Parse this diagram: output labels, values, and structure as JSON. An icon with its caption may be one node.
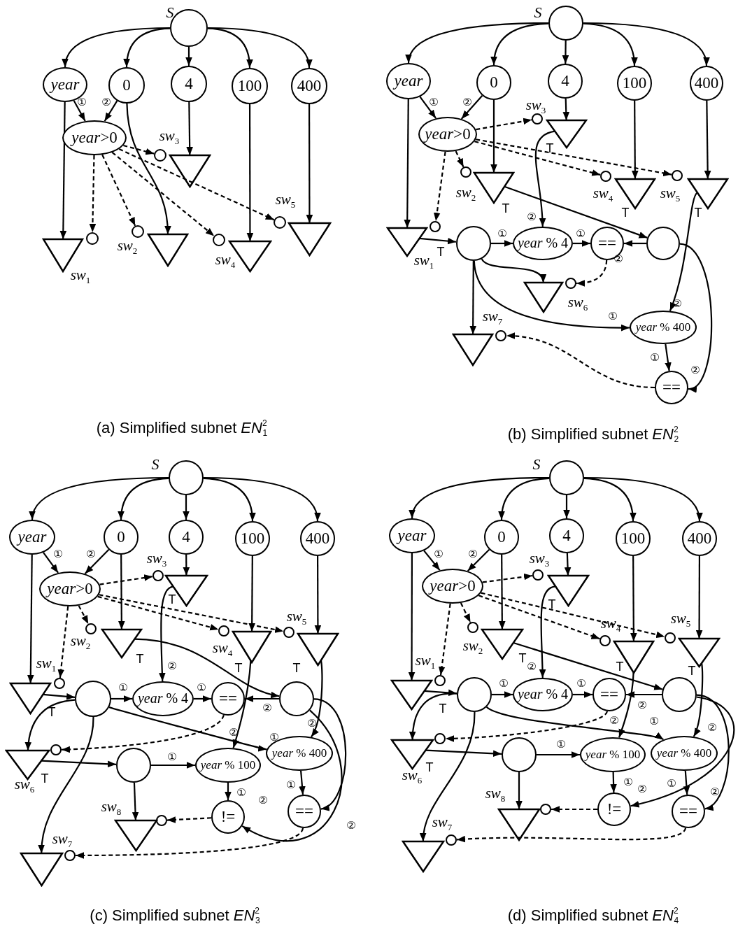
{
  "diagram": {
    "nodes": [
      {
        "text": [],
        "shape": "circle",
        "beside": [
          "S"
        ]
      },
      {
        "text": [
          "year"
        ]
      },
      {
        "text": [
          "0"
        ]
      },
      {
        "text": [
          "4"
        ]
      },
      {
        "text": [
          "100"
        ]
      },
      {
        "text": [
          "400"
        ]
      },
      {
        "text": [
          "*year*>0"
        ]
      },
      {
        "text": [],
        "shape": "circle"
      },
      {
        "text": [],
        "shape": "triangle",
        "beside": [
          "*sw*$_{1}$"
        ]
      },
      {
        "text": [],
        "shape": "circle"
      },
      {
        "text": [],
        "shape": "triangle",
        "beside": [
          "*sw*$_{2}$"
        ]
      },
      {
        "text": [],
        "shape": "circle"
      },
      {
        "text": [],
        "shape": "triangle",
        "beside": [
          "*sw*$_{3}$"
        ]
      },
      {
        "text": [],
        "shape": "circle"
      },
      {
        "text": [],
        "shape": "triangle",
        "beside": [
          "*sw*$_{4}$"
        ]
      },
      {
        "text": [],
        "shape": "circle"
      },
      {
        "text": [],
        "shape": "triangle",
        "beside": [
          "*sw*$_{5}$"
        ]
      },
      {
        "text": [],
        "shape": "circle",
        "beside": [
          "S"
        ]
      },
      {
        "text": [
          "year"
        ]
      },
      {
        "text": [
          "0"
        ]
      },
      {
        "text": [
          "4"
        ]
      },
      {
        "text": [
          "100"
        ]
      },
      {
        "text": [
          "400"
        ]
      },
      {
        "text": [
          "*year*>0"
        ]
      },
      {
        "text": [],
        "shape": "circle"
      },
      {
        "text": [],
        "shape": "triangle",
        "beside": [
          "*sw*$_{1}$",
          "T"
        ]
      },
      {
        "text": [],
        "shape": "circle"
      },
      {
        "text": [],
        "shape": "triangle",
        "beside": [
          "*sw*$_{2}$",
          "T"
        ]
      },
      {
        "text": [],
        "shape": "circle"
      },
      {
        "text": [],
        "shape": "triangle",
        "beside": [
          "*sw*$_{3}$",
          "T"
        ]
      },
      {
        "text": [],
        "shape": "circle"
      },
      {
        "text": [],
        "shape": "triangle",
        "beside": [
          "*sw*$_{4}$",
          "T"
        ]
      },
      {
        "text": [],
        "shape": "circle"
      },
      {
        "text": [],
        "shape": "triangle",
        "beside": [
          "*sw*$_{5}$",
          "T"
        ]
      },
      {
        "text": [],
        "shape": "circle"
      },
      {
        "text": [
          "*year* % 4"
        ]
      },
      {
        "text": [
          "=="
        ]
      },
      {
        "text": [],
        "shape": "circle"
      },
      {
        "text": [],
        "shape": "circle"
      },
      {
        "text": [],
        "shape": "triangle",
        "beside": [
          "*sw*$_{6}$"
        ]
      },
      {
        "text": [
          "*year* % 400"
        ]
      },
      {
        "text": [],
        "shape": "circle"
      },
      {
        "text": [],
        "shape": "triangle",
        "beside": [
          "*sw*$_{7}$"
        ]
      },
      {
        "text": [
          "=="
        ]
      },
      {
        "text": [],
        "shape": "circle",
        "beside": [
          "S"
        ]
      },
      {
        "text": [
          "year"
        ]
      },
      {
        "text": [
          "0"
        ]
      },
      {
        "text": [
          "4"
        ]
      },
      {
        "text": [
          "100"
        ]
      },
      {
        "text": [
          "400"
        ]
      },
      {
        "text": [
          "*year*>0"
        ]
      },
      {
        "text": [],
        "shape": "circle"
      },
      {
        "text": [],
        "shape": "triangle",
        "beside": [
          "*sw*$_{1}$",
          "T"
        ]
      },
      {
        "text": [],
        "shape": "circle"
      },
      {
        "text": [],
        "shape": "triangle",
        "beside": [
          "*sw*$_{2}$",
          "T"
        ]
      },
      {
        "text": [],
        "shape": "circle"
      },
      {
        "text": [],
        "shape": "triangle",
        "beside": [
          "*sw*$_{3}$",
          "T"
        ]
      },
      {
        "text": [],
        "shape": "circle"
      },
      {
        "text": [],
        "shape": "triangle",
        "beside": [
          "*sw*$_{4}$",
          "T"
        ]
      },
      {
        "text": [],
        "shape": "circle"
      },
      {
        "text": [],
        "shape": "triangle",
        "beside": [
          "*sw*$_{5}$",
          "T"
        ]
      },
      {
        "text": [],
        "shape": "circle"
      },
      {
        "text": [
          "*year* % 4"
        ]
      },
      {
        "text": [
          "=="
        ]
      },
      {
        "text": [],
        "shape": "circle"
      },
      {
        "text": [],
        "shape": "circle"
      },
      {
        "text": [],
        "shape": "triangle",
        "beside": [
          "*sw*$_{6}$",
          "T"
        ]
      },
      {
        "text": [
          "*year* % 400"
        ]
      },
      {
        "text": [],
        "shape": "circle"
      },
      {
        "text": [
          "*year* % 100"
        ]
      },
      {
        "text": [],
        "shape": "circle"
      },
      {
        "text": [],
        "shape": "triangle",
        "beside": [
          "*sw*$_{8}$"
        ]
      },
      {
        "text": [
          "!="
        ]
      },
      {
        "text": [
          "=="
        ]
      },
      {
        "text": [],
        "shape": "circle"
      },
      {
        "text": [],
        "shape": "triangle",
        "beside": [
          "*sw*$_{7}$"
        ]
      },
      {
        "text": [],
        "shape": "circle",
        "beside": [
          "S"
        ]
      },
      {
        "text": [
          "year"
        ]
      },
      {
        "text": [
          "0"
        ]
      },
      {
        "text": [
          "4"
        ]
      },
      {
        "text": [
          "100"
        ]
      },
      {
        "text": [
          "400"
        ]
      },
      {
        "text": [
          "*year*>0"
        ]
      },
      {
        "text": [],
        "shape": "circle"
      },
      {
        "text": [],
        "shape": "triangle",
        "beside": [
          "*sw*$_{1}$",
          "T"
        ]
      },
      {
        "text": [],
        "shape": "circle"
      },
      {
        "text": [],
        "shape": "triangle",
        "beside": [
          "*sw*$_{2}$",
          "T"
        ]
      },
      {
        "text": [],
        "shape": "circle"
      },
      {
        "text": [],
        "shape": "triangle",
        "beside": [
          "*sw*$_{3}$",
          "T"
        ]
      },
      {
        "text": [],
        "shape": "circle"
      },
      {
        "text": [],
        "shape": "triangle",
        "beside": [
          "*sw*$_{4}$",
          "T"
        ]
      },
      {
        "text": [],
        "shape": "circle"
      },
      {
        "text": [],
        "shape": "triangle",
        "beside": [
          "*sw*$_{5}$",
          "T"
        ]
      },
      {
        "text": [],
        "shape": "circle"
      },
      {
        "text": [
          "*year* % 4"
        ]
      },
      {
        "text": [
          "=="
        ]
      },
      {
        "text": [],
        "shape": "circle"
      },
      {
        "text": [],
        "shape": "circle"
      },
      {
        "text": [],
        "shape": "triangle",
        "beside": [
          "*sw*$_{6}$",
          "T"
        ]
      },
      {
        "text": [
          "*year* % 400"
        ]
      },
      {
        "text": [],
        "shape": "circle"
      },
      {
        "text": [
          "*year* % 100"
        ]
      },
      {
        "text": [],
        "shape": "circle"
      },
      {
        "text": [],
        "shape": "triangle",
        "beside": [
          "*sw*$_{8}$"
        ]
      },
      {
        "text": [
          "!="
        ]
      },
      {
        "text": [
          "=="
        ]
      },
      {
        "text": [],
        "shape": "circle"
      },
      {
        "text": [],
        "shape": "triangle",
        "beside": [
          "*sw*$_{7}$"
        ]
      }
    ],
    "edges": [
      {
        "from": 0,
        "to": 1,
        "arrow": "to"
      },
      {
        "from": 0,
        "to": 2,
        "arrow": "to"
      },
      {
        "from": 0,
        "to": 3,
        "arrow": "to"
      },
      {
        "from": 0,
        "to": 4,
        "arrow": "to"
      },
      {
        "from": 0,
        "to": 5,
        "arrow": "to"
      },
      {
        "from": 1,
        "to": 6,
        "arrow": "to",
        "label": "①"
      },
      {
        "from": 2,
        "to": 6,
        "arrow": "to",
        "label": "②"
      },
      {
        "from": 1,
        "to": 8,
        "arrow": "to"
      },
      {
        "from": 2,
        "to": 10,
        "arrow": "to"
      },
      {
        "from": 3,
        "to": 12,
        "arrow": "to"
      },
      {
        "from": 4,
        "to": 14,
        "arrow": "to"
      },
      {
        "from": 5,
        "to": 16,
        "arrow": "to"
      },
      {
        "from": 6,
        "to": 7,
        "arrow": "to",
        "style": "dashed"
      },
      {
        "from": 6,
        "to": 9,
        "arrow": "to",
        "style": "dashed"
      },
      {
        "from": 6,
        "to": 11,
        "arrow": "to",
        "style": "dashed"
      },
      {
        "from": 6,
        "to": 13,
        "arrow": "to",
        "style": "dashed"
      },
      {
        "from": 6,
        "to": 15,
        "arrow": "to",
        "style": "dashed"
      },
      {
        "from": 17,
        "to": 18,
        "arrow": "to"
      },
      {
        "from": 17,
        "to": 19,
        "arrow": "to"
      },
      {
        "from": 17,
        "to": 20,
        "arrow": "to"
      },
      {
        "from": 17,
        "to": 21,
        "arrow": "to"
      },
      {
        "from": 17,
        "to": 22,
        "arrow": "to"
      },
      {
        "from": 18,
        "to": 23,
        "arrow": "to",
        "label": "①"
      },
      {
        "from": 19,
        "to": 23,
        "arrow": "to",
        "label": "②"
      },
      {
        "from": 18,
        "to": 25,
        "arrow": "to"
      },
      {
        "from": 19,
        "to": 27,
        "arrow": "to"
      },
      {
        "from": 20,
        "to": 29,
        "arrow": "to"
      },
      {
        "from": 21,
        "to": 31,
        "arrow": "to"
      },
      {
        "from": 22,
        "to": 33,
        "arrow": "to"
      },
      {
        "from": 23,
        "to": 24,
        "arrow": "to",
        "style": "dashed"
      },
      {
        "from": 23,
        "to": 26,
        "arrow": "to",
        "style": "dashed"
      },
      {
        "from": 23,
        "to": 28,
        "arrow": "to",
        "style": "dashed"
      },
      {
        "from": 23,
        "to": 30,
        "arrow": "to",
        "style": "dashed"
      },
      {
        "from": 23,
        "to": 32,
        "arrow": "to",
        "style": "dashed"
      },
      {
        "from": 25,
        "to": 34,
        "arrow": "to"
      },
      {
        "from": 27,
        "to": 37,
        "arrow": "to"
      },
      {
        "from": 29,
        "to": 35,
        "arrow": "to",
        "label": "②"
      },
      {
        "from": 34,
        "to": 35,
        "arrow": "to",
        "label": "①"
      },
      {
        "from": 35,
        "to": 36,
        "arrow": "to",
        "label": "①"
      },
      {
        "from": 37,
        "to": 36,
        "arrow": "to",
        "label": "②"
      },
      {
        "from": 36,
        "to": 38,
        "arrow": "to",
        "style": "dashed"
      },
      {
        "from": 34,
        "to": 39,
        "arrow": "to"
      },
      {
        "from": 34,
        "to": 42,
        "arrow": "to"
      },
      {
        "from": 34,
        "to": 40,
        "arrow": "to",
        "label": "①"
      },
      {
        "from": 33,
        "to": 40,
        "arrow": "to",
        "label": "②"
      },
      {
        "from": 40,
        "to": 43,
        "arrow": "to",
        "label": "①"
      },
      {
        "from": 37,
        "to": 43,
        "arrow": "to",
        "label": "②"
      },
      {
        "from": 43,
        "to": 41,
        "arrow": "to",
        "style": "dashed"
      },
      {
        "from": 44,
        "to": 45,
        "arrow": "to"
      },
      {
        "from": 44,
        "to": 46,
        "arrow": "to"
      },
      {
        "from": 44,
        "to": 47,
        "arrow": "to"
      },
      {
        "from": 44,
        "to": 48,
        "arrow": "to"
      },
      {
        "from": 44,
        "to": 49,
        "arrow": "to"
      },
      {
        "from": 45,
        "to": 50,
        "arrow": "to",
        "label": "①"
      },
      {
        "from": 46,
        "to": 50,
        "arrow": "to",
        "label": "②"
      },
      {
        "from": 45,
        "to": 52,
        "arrow": "to"
      },
      {
        "from": 46,
        "to": 54,
        "arrow": "to"
      },
      {
        "from": 47,
        "to": 56,
        "arrow": "to"
      },
      {
        "from": 48,
        "to": 58,
        "arrow": "to"
      },
      {
        "from": 49,
        "to": 60,
        "arrow": "to"
      },
      {
        "from": 50,
        "to": 51,
        "arrow": "to",
        "style": "dashed"
      },
      {
        "from": 50,
        "to": 53,
        "arrow": "to",
        "style": "dashed"
      },
      {
        "from": 50,
        "to": 55,
        "arrow": "to",
        "style": "dashed"
      },
      {
        "from": 50,
        "to": 57,
        "arrow": "to",
        "style": "dashed"
      },
      {
        "from": 50,
        "to": 59,
        "arrow": "to",
        "style": "dashed"
      },
      {
        "from": 52,
        "to": 61,
        "arrow": "to"
      },
      {
        "from": 54,
        "to": 64,
        "arrow": "to"
      },
      {
        "from": 56,
        "to": 62,
        "arrow": "to",
        "label": "②"
      },
      {
        "from": 61,
        "to": 62,
        "arrow": "to",
        "label": "①"
      },
      {
        "from": 62,
        "to": 63,
        "arrow": "to",
        "label": "①"
      },
      {
        "from": 64,
        "to": 63,
        "arrow": "to",
        "label": "②"
      },
      {
        "from": 63,
        "to": 65,
        "arrow": "to",
        "style": "dashed"
      },
      {
        "from": 61,
        "to": 66,
        "arrow": "to"
      },
      {
        "from": 61,
        "to": 75,
        "arrow": "to"
      },
      {
        "from": 61,
        "to": 67,
        "arrow": "to",
        "label": "①"
      },
      {
        "from": 60,
        "to": 67,
        "arrow": "to",
        "label": "②"
      },
      {
        "from": 66,
        "to": 68,
        "arrow": "to"
      },
      {
        "from": 68,
        "to": 69,
        "arrow": "to",
        "label": "①"
      },
      {
        "from": 58,
        "to": 69,
        "arrow": "to",
        "label": "②"
      },
      {
        "from": 69,
        "to": 72,
        "arrow": "to",
        "label": "①"
      },
      {
        "from": 68,
        "to": 71,
        "arrow": "to"
      },
      {
        "from": 72,
        "to": 70,
        "arrow": "to",
        "style": "dashed"
      },
      {
        "from": 67,
        "to": 73,
        "arrow": "to",
        "label": "①"
      },
      {
        "from": 64,
        "to": 72,
        "arrow": "to",
        "label": "②"
      },
      {
        "from": 64,
        "to": 73,
        "arrow": "to",
        "label": "②"
      },
      {
        "from": 73,
        "to": 74,
        "arrow": "to",
        "style": "dashed"
      },
      {
        "from": 76,
        "to": 77,
        "arrow": "to"
      },
      {
        "from": 76,
        "to": 78,
        "arrow": "to"
      },
      {
        "from": 76,
        "to": 79,
        "arrow": "to"
      },
      {
        "from": 76,
        "to": 80,
        "arrow": "to"
      },
      {
        "from": 76,
        "to": 81,
        "arrow": "to"
      },
      {
        "from": 77,
        "to": 82,
        "arrow": "to",
        "label": "①"
      },
      {
        "from": 78,
        "to": 82,
        "arrow": "to",
        "label": "②"
      },
      {
        "from": 77,
        "to": 84,
        "arrow": "to"
      },
      {
        "from": 78,
        "to": 86,
        "arrow": "to"
      },
      {
        "from": 79,
        "to": 88,
        "arrow": "to"
      },
      {
        "from": 80,
        "to": 90,
        "arrow": "to"
      },
      {
        "from": 81,
        "to": 92,
        "arrow": "to"
      },
      {
        "from": 82,
        "to": 83,
        "arrow": "to",
        "style": "dashed"
      },
      {
        "from": 82,
        "to": 85,
        "arrow": "to",
        "style": "dashed"
      },
      {
        "from": 82,
        "to": 87,
        "arrow": "to",
        "style": "dashed"
      },
      {
        "from": 82,
        "to": 89,
        "arrow": "to",
        "style": "dashed"
      },
      {
        "from": 82,
        "to": 91,
        "arrow": "to",
        "style": "dashed"
      },
      {
        "from": 84,
        "to": 93,
        "arrow": "to"
      },
      {
        "from": 86,
        "to": 96,
        "arrow": "to"
      },
      {
        "from": 88,
        "to": 94,
        "arrow": "to",
        "label": "②"
      },
      {
        "from": 93,
        "to": 94,
        "arrow": "to",
        "label": "①"
      },
      {
        "from": 94,
        "to": 95,
        "arrow": "to",
        "label": "①"
      },
      {
        "from": 96,
        "to": 95,
        "arrow": "to",
        "label": "②"
      },
      {
        "from": 95,
        "to": 97,
        "arrow": "to",
        "style": "dashed"
      },
      {
        "from": 93,
        "to": 98,
        "arrow": "to"
      },
      {
        "from": 93,
        "to": 107,
        "arrow": "to"
      },
      {
        "from": 93,
        "to": 99,
        "arrow": "to",
        "label": "①"
      },
      {
        "from": 92,
        "to": 99,
        "arrow": "to",
        "label": "②"
      },
      {
        "from": 98,
        "to": 100,
        "arrow": "to"
      },
      {
        "from": 100,
        "to": 101,
        "arrow": "to",
        "label": "①"
      },
      {
        "from": 90,
        "to": 101,
        "arrow": "to",
        "label": "②"
      },
      {
        "from": 101,
        "to": 104,
        "arrow": "to",
        "label": "①"
      },
      {
        "from": 100,
        "to": 103,
        "arrow": "to"
      },
      {
        "from": 104,
        "to": 102,
        "arrow": "to",
        "style": "dashed"
      },
      {
        "from": 99,
        "to": 105,
        "arrow": "to",
        "label": "①"
      },
      {
        "from": 96,
        "to": 104,
        "arrow": "to",
        "label": "②"
      },
      {
        "from": 96,
        "to": 105,
        "arrow": "to",
        "label": "②"
      },
      {
        "from": 105,
        "to": 106,
        "arrow": "to",
        "style": "dashed"
      }
    ],
    "labels": [
      "(a) Simplified subnet *EN*$^{2}$$_{1}$",
      "(b) Simplified subnet *EN*$^{2}$$_{2}$",
      "(c) Simplified subnet *EN*$^{2}$$_{3}$",
      "(d) Simplified subnet *EN*$^{2}$$_{4}$"
    ]
  }
}
